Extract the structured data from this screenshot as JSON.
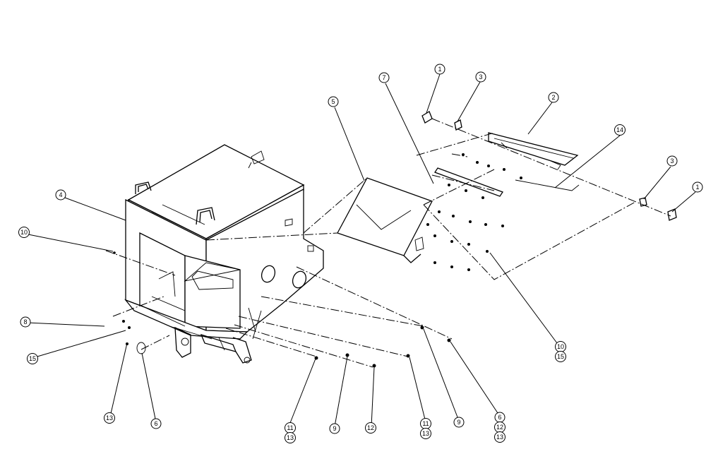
{
  "callouts": [
    {
      "id": "c1a",
      "label": "1"
    },
    {
      "id": "c1b",
      "label": "1"
    },
    {
      "id": "c2",
      "label": "2"
    },
    {
      "id": "c3a",
      "label": "3"
    },
    {
      "id": "c3b",
      "label": "3"
    },
    {
      "id": "c4",
      "label": "4"
    },
    {
      "id": "c5",
      "label": "5"
    },
    {
      "id": "c6a",
      "label": "6"
    },
    {
      "id": "c6b",
      "label": "6"
    },
    {
      "id": "c7",
      "label": "7"
    },
    {
      "id": "c8",
      "label": "8"
    },
    {
      "id": "c9a",
      "label": "9"
    },
    {
      "id": "c9b",
      "label": "9"
    },
    {
      "id": "c10a",
      "label": "10"
    },
    {
      "id": "c10b",
      "label": "10"
    },
    {
      "id": "c11a",
      "label": "11"
    },
    {
      "id": "c11b",
      "label": "11"
    },
    {
      "id": "c12a",
      "label": "12"
    },
    {
      "id": "c12b",
      "label": "12"
    },
    {
      "id": "c13a",
      "label": "13"
    },
    {
      "id": "c13b",
      "label": "13"
    },
    {
      "id": "c13c",
      "label": "13"
    },
    {
      "id": "c13d",
      "label": "13"
    },
    {
      "id": "c14",
      "label": "14"
    },
    {
      "id": "c15a",
      "label": "15"
    },
    {
      "id": "c15b",
      "label": "15"
    }
  ]
}
